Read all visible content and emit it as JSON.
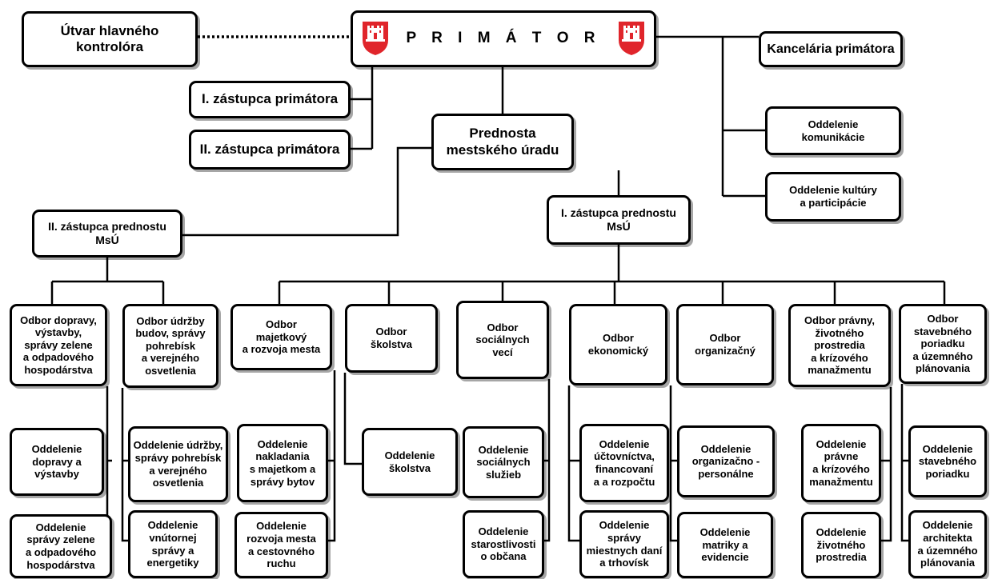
{
  "colors": {
    "line": "#000000",
    "box_border": "#000000",
    "crest_red": "#e0252b",
    "crest_white": "#ffffff"
  },
  "icons": {
    "crest": "city-coat-of-arms-icon"
  },
  "nodes": {
    "primator": "P R I M Á T O R",
    "utvar": "Útvar hlavného\nkontrolóra",
    "kancelaria": "Kancelária primátora",
    "zastupca1": "I. zástupca primátora",
    "zastupca2": "II. zástupca primátora",
    "prednosta": "Prednosta\nmestského úradu",
    "oddelenie_komunikacie": "Oddelenie\nkomunikácie",
    "oddelenie_kultury": "Oddelenie kultúry\na participácie",
    "zast_prednostu_2": "II. zástupca prednostu\nMsÚ",
    "zast_prednostu_1": "I. zástupca prednostu\nMsÚ"
  },
  "departments": [
    {
      "name": "Odbor dopravy,\nvýstavby,\nsprávy zelene\na odpadového\nhospodárstva",
      "sub1": "Oddelenie\ndopravy a\nvýstavby",
      "sub2": "Oddelenie\nsprávy zelene\na odpadového\nhospodárstva"
    },
    {
      "name": "Odbor údržby\nbudov, správy\npohrebísk\na verejného\nosvetlenia",
      "sub1": "Oddelenie údržby,\nsprávy pohrebísk\na verejného\nosvetlenia",
      "sub2": "Oddelenie\nvnútornej\nsprávy a\nenergetiky"
    },
    {
      "name": "Odbor\nmajetkový\na rozvoja mesta",
      "sub1": "Oddelenie\nnakladania\ns majetkom a\nsprávy bytov",
      "sub2": "Oddelenie\nrozvoja mesta\na cestovného\nruchu"
    },
    {
      "name": "Odbor\nškolstva",
      "sub1": "Oddelenie\nškolstva",
      "sub2": ""
    },
    {
      "name": "Odbor\nsociálnych\nvecí",
      "sub1": "Oddelenie\nsociálnych\nslužieb",
      "sub2": "Oddelenie\nstarostlivosti\no občana"
    },
    {
      "name": "Odbor\nekonomický",
      "sub1": "Oddelenie\núčtovníctva,\nfinancovaní\na a rozpočtu",
      "sub2": "Oddelenie\nsprávy\nmiestnych daní\na trhovísk"
    },
    {
      "name": "Odbor\norganizačný",
      "sub1": "Oddelenie\norganizačno -\npersonálne",
      "sub2": "Oddelenie\nmatriky a\nevidencie"
    },
    {
      "name": "Odbor právny,\nživotného\nprostredia\na krízového\nmanažmentu",
      "sub1": "Oddelenie\nprávne\na krízového\nmanažmentu",
      "sub2": "Oddelenie\nživotného\nprostredia"
    },
    {
      "name": "Odbor\nstavebného\nporiadku\na územného\nplánovania",
      "sub1": "Oddelenie\nstavebného\nporiadku",
      "sub2": "Oddelenie\narchitekta\na územného\nplánovania"
    }
  ]
}
